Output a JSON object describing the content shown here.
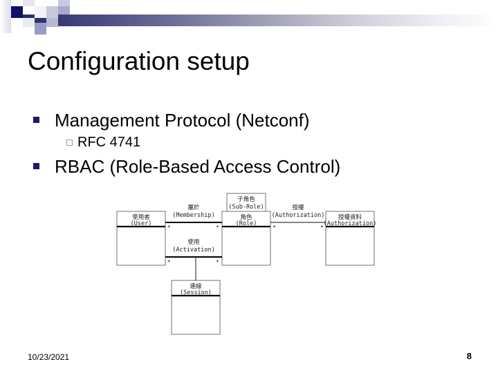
{
  "slide": {
    "title": "Configuration setup",
    "accent_color": "#2b2b6e",
    "bullet_color": "#1b1b68",
    "sub_bullet_color": "#9a9ab8"
  },
  "bullets": [
    {
      "level": 1,
      "text": "Management Protocol (Netconf)"
    },
    {
      "level": 2,
      "text": "RFC 4741"
    },
    {
      "level": 1,
      "text": "RBAC (Role-Based Access Control)"
    }
  ],
  "diagram": {
    "name": "rbac-class-diagram",
    "boxes": [
      {
        "id": "user",
        "zh": "使用者",
        "en": "(User)"
      },
      {
        "id": "sub-role",
        "zh": "子角色",
        "en": "(Sub-Role)"
      },
      {
        "id": "role",
        "zh": "角色",
        "en": "(Role)"
      },
      {
        "id": "authorization",
        "zh": "授權資料",
        "en": "(Authorization)"
      },
      {
        "id": "session",
        "zh": "連線",
        "en": "(Session)"
      }
    ],
    "associations": [
      {
        "id": "membership",
        "zh": "屬於",
        "en": "(Membership)",
        "from": "user",
        "to": "role",
        "from_mult": "*",
        "to_mult": "*"
      },
      {
        "id": "activation",
        "zh": "使用",
        "en": "(Activation)",
        "from": "user",
        "to": "role",
        "from_mult": "*",
        "to_mult": "*"
      },
      {
        "id": "authorization",
        "zh": "授權",
        "en": "(Authorization)",
        "from": "role",
        "to": "authorization",
        "from_mult": "*",
        "to_mult": "*"
      }
    ]
  },
  "footer": {
    "date": "10/23/2021",
    "page_number": "8"
  }
}
